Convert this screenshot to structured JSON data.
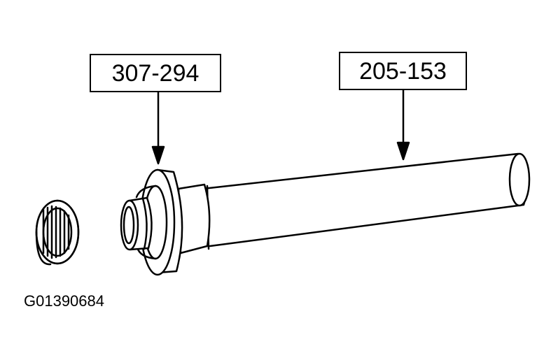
{
  "callouts": {
    "tool_1": "307-294",
    "tool_2": "205-153"
  },
  "figure_id": "G01390684",
  "colors": {
    "line": "#000000",
    "background": "#ffffff"
  }
}
